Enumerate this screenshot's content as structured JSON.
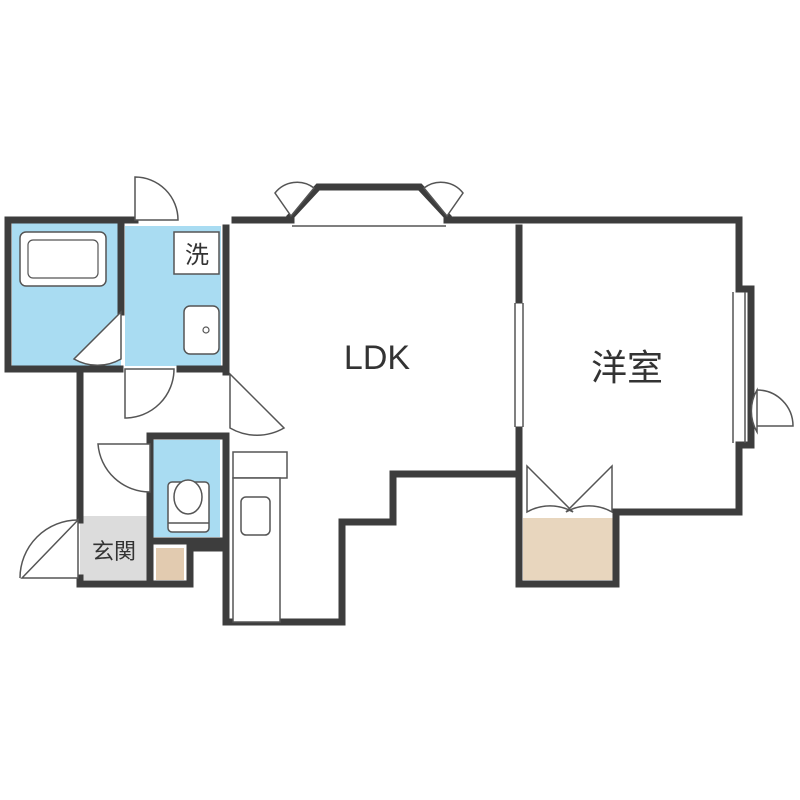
{
  "rooms": {
    "ldk": "LDK",
    "western_room": "洋室",
    "entrance": "玄関",
    "laundry": "洗"
  },
  "colors": {
    "wall": "#3d3d3d",
    "wet_area": "#a9dcf2",
    "entrance_floor": "#dcdcdc",
    "closet": "#e8d6be",
    "shoe_box": "#e2cbb0"
  },
  "icons": [
    "bathtub-icon",
    "washbasin-icon",
    "toilet-icon",
    "sink-icon",
    "washing-machine-icon"
  ]
}
